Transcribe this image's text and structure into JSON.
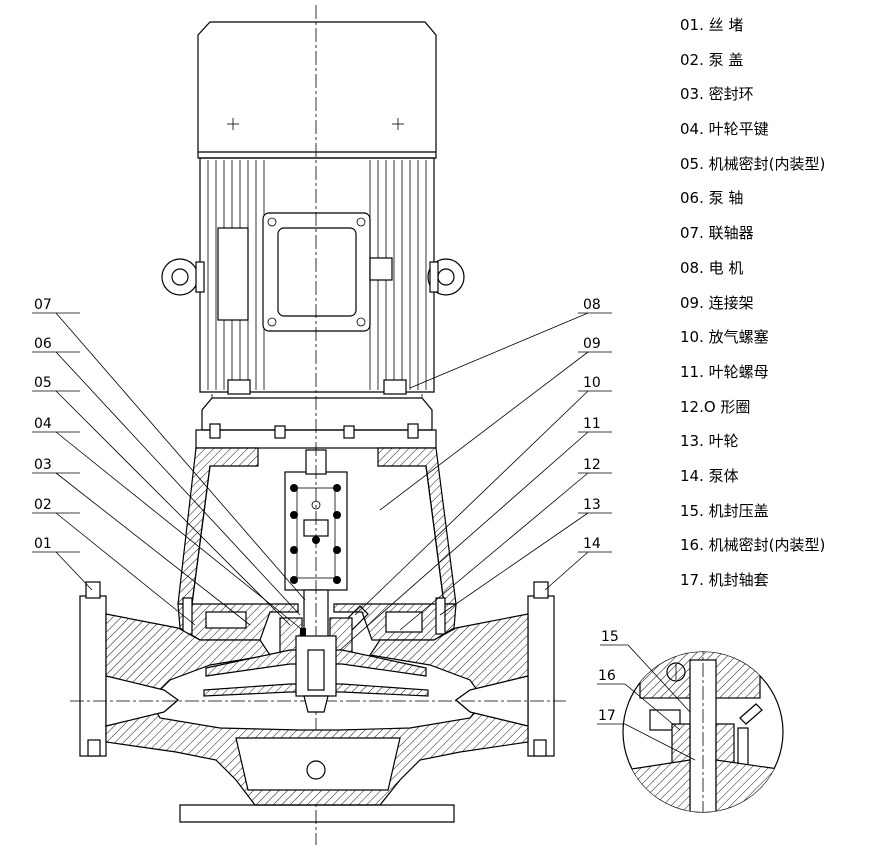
{
  "parts": [
    "01. 丝  堵",
    "02. 泵  盖",
    "03. 密封环",
    "04. 叶轮平键",
    "05. 机械密封(内装型)",
    "06. 泵  轴",
    "07. 联轴器",
    "08. 电  机",
    "09. 连接架",
    "10. 放气螺塞",
    "11. 叶轮螺母",
    "12.O 形圈",
    "13. 叶轮",
    "14. 泵体",
    "15. 机封压盖",
    "16. 机械密封(内装型)",
    "17. 机封轴套"
  ],
  "callouts": {
    "left": [
      "07",
      "06",
      "05",
      "04",
      "03",
      "02",
      "01"
    ],
    "right": [
      "08",
      "09",
      "10",
      "11",
      "12",
      "13",
      "14"
    ],
    "detail": [
      "15",
      "16",
      "17"
    ]
  }
}
